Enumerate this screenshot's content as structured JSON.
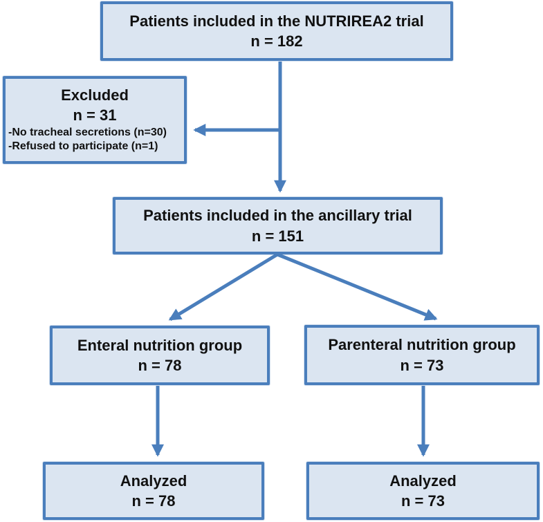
{
  "diagram_type": "patient-flow-chart",
  "colors": {
    "box_fill": "#dbe5f1",
    "box_border": "#4a7ebc",
    "arrow": "#4a7ebc",
    "text": "#111111",
    "background": "#ffffff"
  },
  "nodes": {
    "nutrirea2": {
      "line1": "Patients included in the NUTRIREA2 trial",
      "count": "n = 182"
    },
    "excluded": {
      "line1": "Excluded",
      "count": "n = 31",
      "details": [
        "-No tracheal secretions (n=30)",
        "-Refused to participate (n=1)"
      ]
    },
    "ancillary": {
      "line1": "Patients included in the ancillary trial",
      "count": "n = 151"
    },
    "enteral": {
      "line1": "Enteral nutrition group",
      "count": "n = 78"
    },
    "parenteral": {
      "line1": "Parenteral nutrition group",
      "count": "n = 73"
    },
    "analyzed_enteral": {
      "line1": "Analyzed",
      "count": "n = 78"
    },
    "analyzed_parenteral": {
      "line1": "Analyzed",
      "count": "n = 73"
    }
  },
  "edges": [
    {
      "from": "nutrirea2",
      "to": "ancillary"
    },
    {
      "from": "nutrirea2",
      "to": "excluded"
    },
    {
      "from": "ancillary",
      "to": "enteral"
    },
    {
      "from": "ancillary",
      "to": "parenteral"
    },
    {
      "from": "enteral",
      "to": "analyzed_enteral"
    },
    {
      "from": "parenteral",
      "to": "analyzed_parenteral"
    }
  ]
}
